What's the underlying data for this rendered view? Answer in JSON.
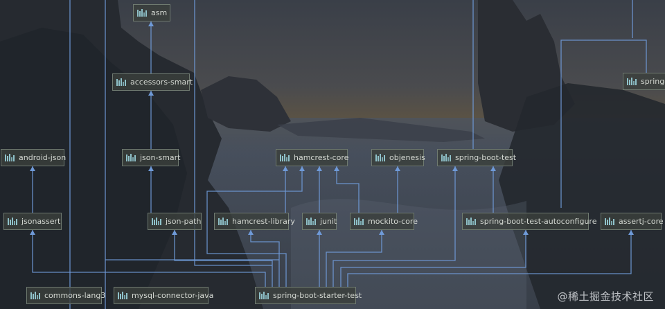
{
  "diagram": {
    "nodes": [
      {
        "id": "asm",
        "label": "asm"
      },
      {
        "id": "accessors-smart",
        "label": "accessors-smart"
      },
      {
        "id": "spring-b-partial",
        "label": "spring-b"
      },
      {
        "id": "android-json",
        "label": "android-json"
      },
      {
        "id": "json-smart",
        "label": "json-smart"
      },
      {
        "id": "hamcrest-core",
        "label": "hamcrest-core"
      },
      {
        "id": "objenesis",
        "label": "objenesis"
      },
      {
        "id": "spring-boot-test",
        "label": "spring-boot-test"
      },
      {
        "id": "jsonassert",
        "label": "jsonassert"
      },
      {
        "id": "json-path",
        "label": "json-path"
      },
      {
        "id": "hamcrest-library",
        "label": "hamcrest-library"
      },
      {
        "id": "junit",
        "label": "junit"
      },
      {
        "id": "mockito-core",
        "label": "mockito-core"
      },
      {
        "id": "spring-boot-test-autoconfigure",
        "label": "spring-boot-test-autoconfigure"
      },
      {
        "id": "assertj-core",
        "label": "assertj-core"
      },
      {
        "id": "commons-lang3",
        "label": "commons-lang3"
      },
      {
        "id": "mysql-connector-java",
        "label": "mysql-connector-java"
      },
      {
        "id": "spring-boot-starter-test",
        "label": "spring-boot-starter-test"
      }
    ],
    "edges": [
      {
        "from": "accessors-smart",
        "to": "asm"
      },
      {
        "from": "json-smart",
        "to": "accessors-smart"
      },
      {
        "from": "json-path",
        "to": "json-smart"
      },
      {
        "from": "jsonassert",
        "to": "android-json"
      },
      {
        "from": "hamcrest-library",
        "to": "hamcrest-core"
      },
      {
        "from": "junit",
        "to": "hamcrest-core"
      },
      {
        "from": "mockito-core",
        "to": "hamcrest-core"
      },
      {
        "from": "mockito-core",
        "to": "objenesis"
      },
      {
        "from": "spring-boot-test-autoconfigure",
        "to": "spring-boot-test"
      },
      {
        "from": "spring-boot-starter-test",
        "to": "jsonassert"
      },
      {
        "from": "spring-boot-starter-test",
        "to": "json-path"
      },
      {
        "from": "spring-boot-starter-test",
        "to": "hamcrest-library"
      },
      {
        "from": "spring-boot-starter-test",
        "to": "hamcrest-core"
      },
      {
        "from": "spring-boot-starter-test",
        "to": "junit"
      },
      {
        "from": "spring-boot-starter-test",
        "to": "mockito-core"
      },
      {
        "from": "spring-boot-starter-test",
        "to": "spring-boot-test"
      },
      {
        "from": "spring-boot-starter-test",
        "to": "spring-boot-test-autoconfigure"
      },
      {
        "from": "spring-boot-starter-test",
        "to": "assertj-core"
      }
    ]
  },
  "colors": {
    "edge": "#6f9ad8",
    "node_border": "#6f7a70",
    "node_fill": "#3a403c",
    "icon": "#8fc1c9"
  },
  "icons": {
    "node": "library-bars-icon"
  },
  "watermark": "@稀土掘金技术社区"
}
